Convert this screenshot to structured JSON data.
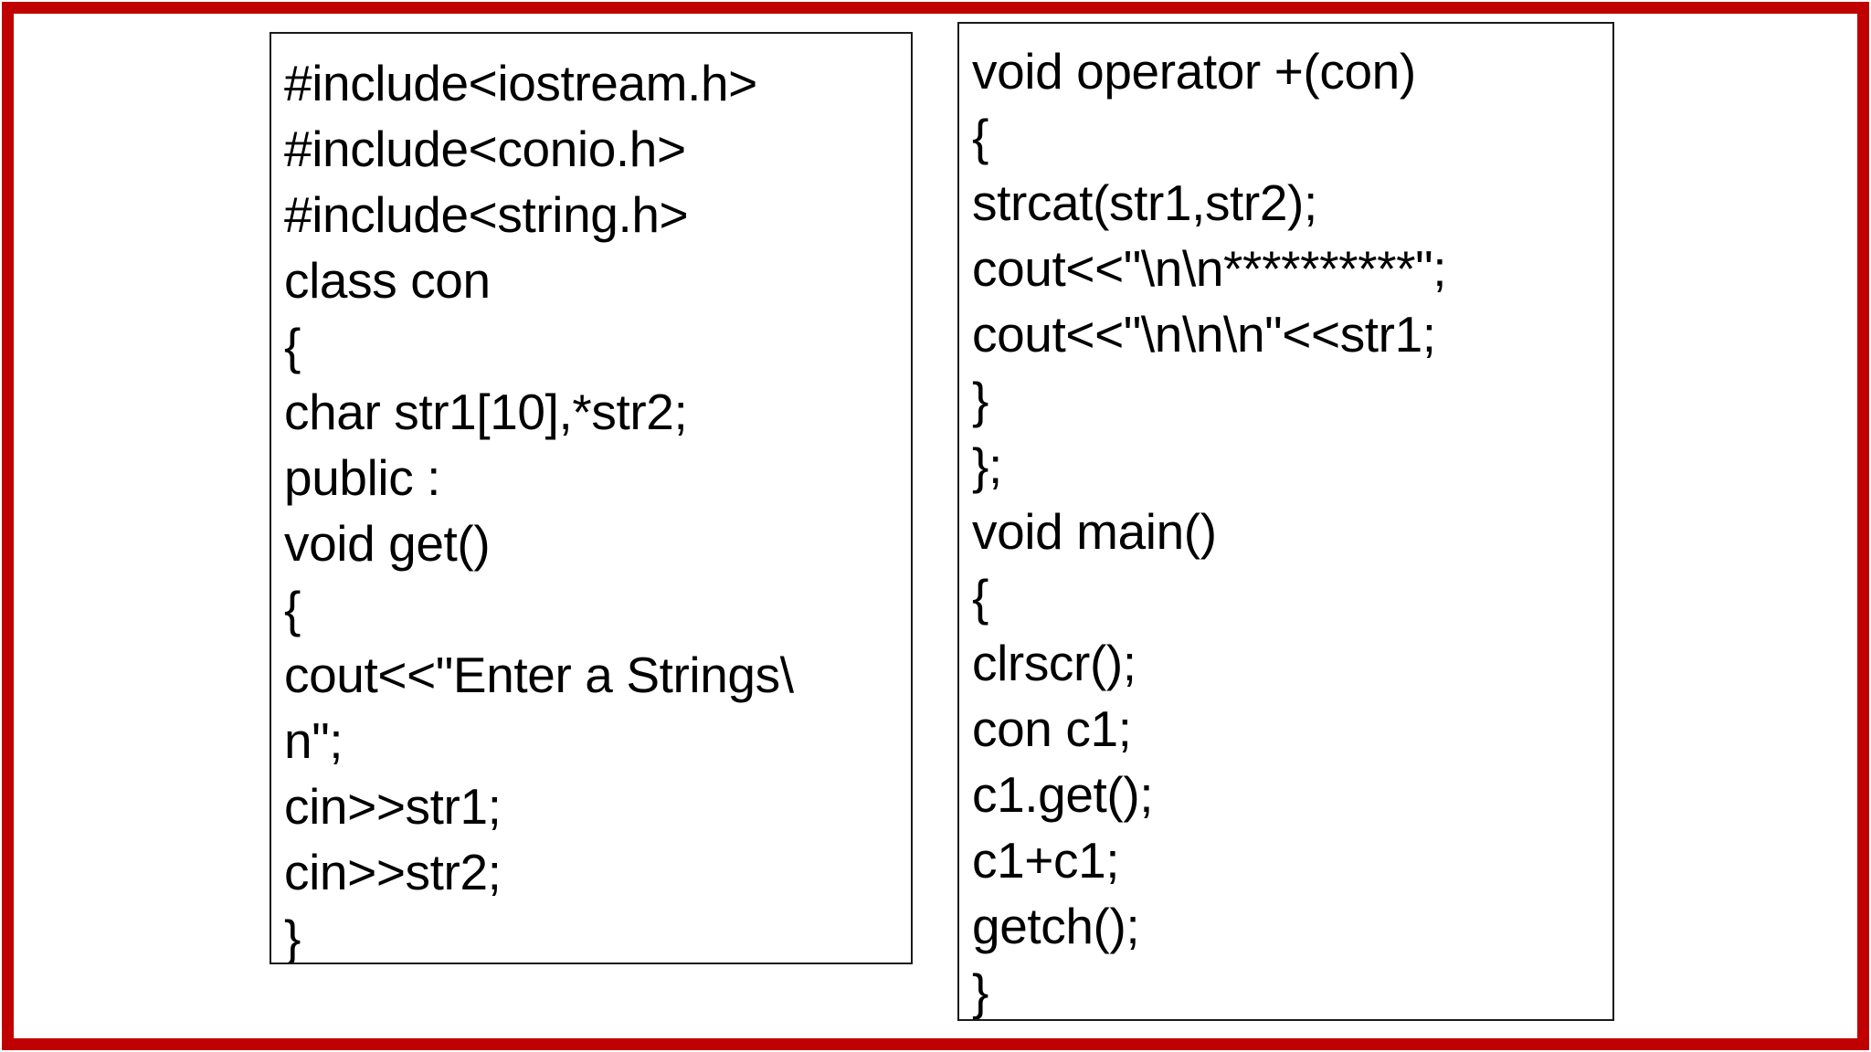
{
  "slide": {
    "frame_color": "#c00000",
    "background_color": "#ffffff",
    "box_border_color": "#1a1a1a",
    "text_color": "#000000"
  },
  "panels": [
    {
      "id": "left-code-panel",
      "name": "class-definition-listing",
      "lines": [
        "#include<iostream.h>",
        "#include<conio.h>",
        "#include<string.h>",
        "class con",
        "{",
        "char str1[10],*str2;",
        "public :",
        "void get()",
        "{",
        "cout<<\"Enter a Strings\\",
        "n\";",
        "cin>>str1;",
        "cin>>str2;",
        "}"
      ]
    },
    {
      "id": "right-code-panel",
      "name": "operator-overload-and-main-listing",
      "lines": [
        "void operator +(con)",
        "{",
        "strcat(str1,str2);",
        "cout<<\"\\n\\n**********\";",
        "cout<<\"\\n\\n\\n\"<<str1;",
        "}",
        "};",
        "void main()",
        "{",
        "clrscr();",
        "con c1;",
        "c1.get();",
        "c1+c1;",
        "getch();",
        "}"
      ]
    }
  ]
}
